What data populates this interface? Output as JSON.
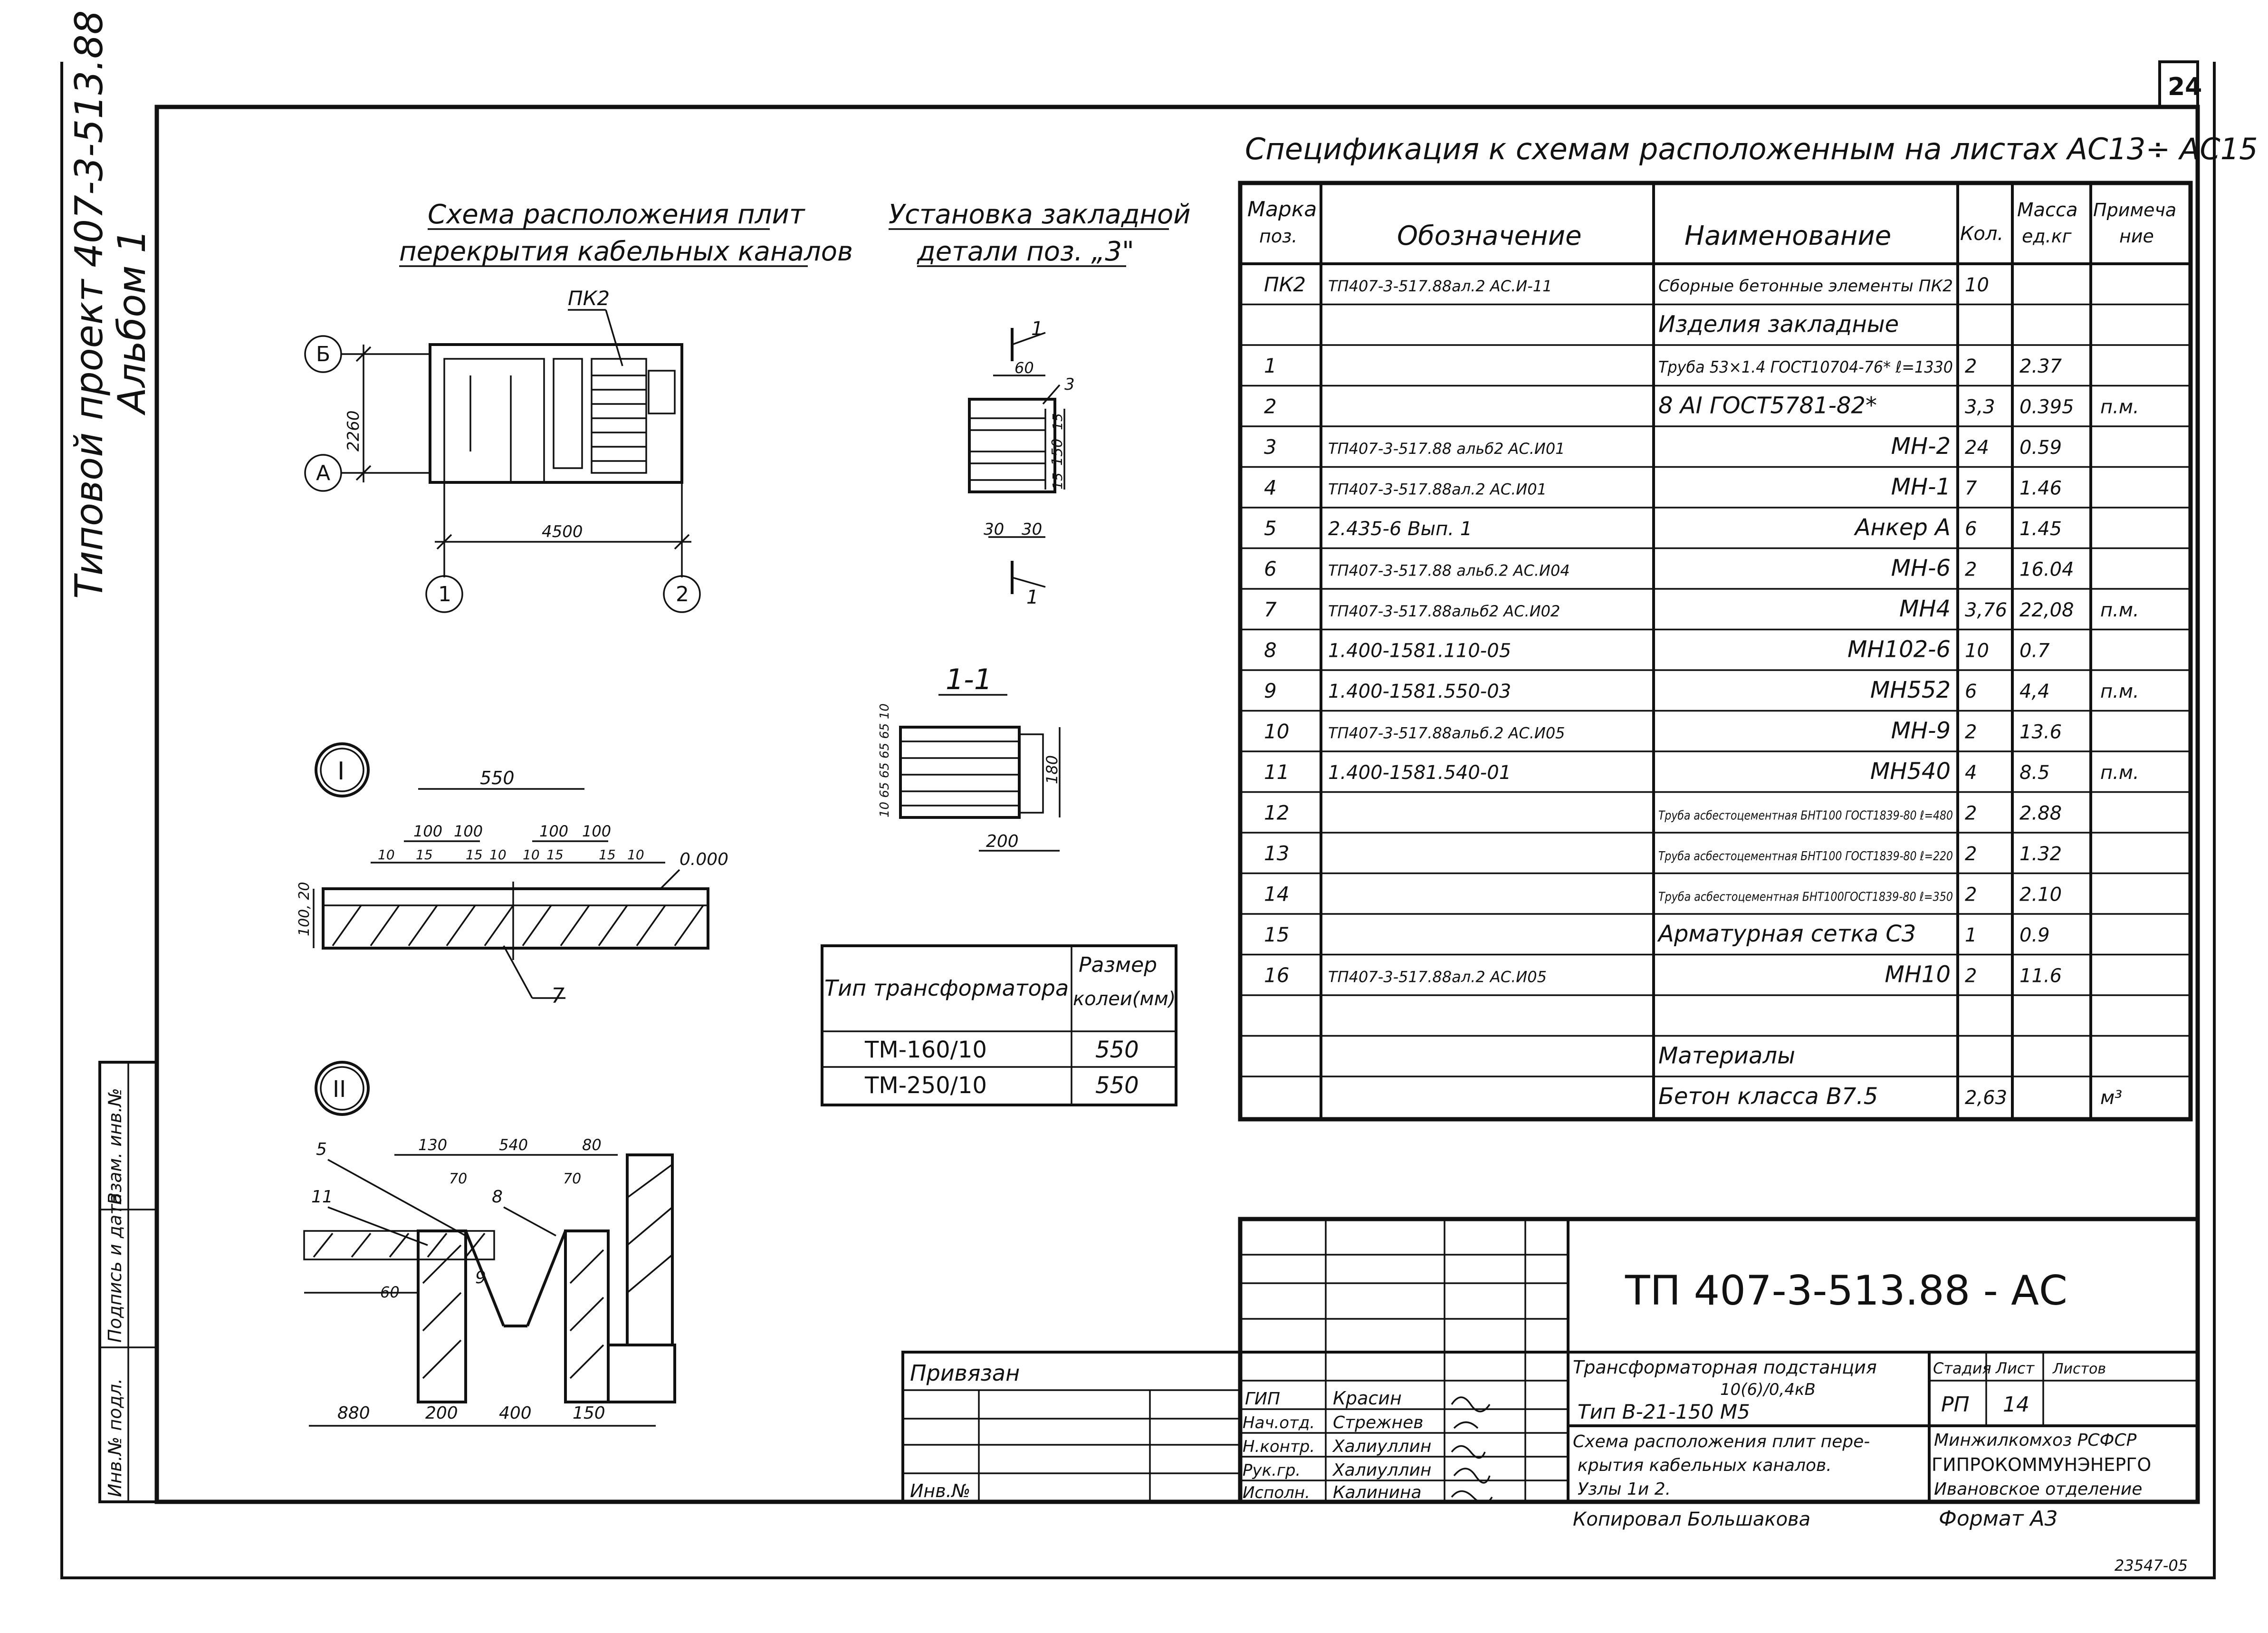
{
  "sheet_number": "24",
  "side_label": {
    "line1": "Типовой проект 407-3-513.88",
    "line2": "Альбом 1"
  },
  "left_stamp": [
    "Инв.№ подл.",
    "Подпись и дата",
    "Взам. инв.№"
  ],
  "scheme": {
    "title_line1": "Схема расположения плит",
    "title_line2": "перекрытия кабельных каналов",
    "pk_label": "ПК2",
    "axis_b": "Б",
    "axis_a": "А",
    "axis_1": "1",
    "axis_2": "2",
    "dim_height": "2260",
    "dim_width": "4500"
  },
  "embed": {
    "title_line1": "Установка закладной",
    "title_line2": "детали поз. „3\"",
    "mark_1": "1",
    "d60": "60",
    "d3": "3",
    "d15a": "15",
    "d150": "150",
    "d15b": "15",
    "d30a": "30",
    "d30b": "30",
    "section_title": "1-1",
    "d_stack": "10 65 65 65 65 10",
    "d180": "180",
    "d200": "200"
  },
  "node1": {
    "label": "I",
    "d550": "550",
    "d100a": "100",
    "d100b": "100",
    "d100c": "100",
    "d100d": "100",
    "d10a": "10",
    "d15a": "15",
    "d15b": "15",
    "d10b": "10",
    "d10c": "10",
    "d15c": "15",
    "d15d": "15",
    "d10d": "10",
    "elev": "0.000",
    "dim_left": "100, 20",
    "callout": "7"
  },
  "node2": {
    "label": "II",
    "d130": "130",
    "d540": "540",
    "d80": "80",
    "d70a": "70",
    "d70b": "70",
    "c5": "5",
    "c11": "11",
    "c8": "8",
    "c9": "9",
    "d60": "60",
    "b880": "880",
    "b200": "200",
    "b400": "400",
    "b150": "150"
  },
  "transformer_table": {
    "header_type": "Тип трансформатора",
    "header_size_1": "Размер",
    "header_size_2": "колеи(мм)",
    "rows": [
      {
        "type": "ТМ-160/10",
        "size": "550"
      },
      {
        "type": "ТМ-250/10",
        "size": "550"
      }
    ]
  },
  "spec": {
    "title": "Спецификация к схемам расположенным на листах АС13÷ АС15",
    "headers": {
      "mark_1": "Марка",
      "mark_2": "поз.",
      "designation": "Обозначение",
      "name": "Наименование",
      "qty": "Кол.",
      "mass_1": "Масса",
      "mass_2": "ед.кг",
      "note_1": "Примеча",
      "note_2": "ние"
    },
    "rows": [
      {
        "pos": "ПК2",
        "designation": "ТП407-3-517.88ал.2 АС.И-11",
        "name": "Сборные бетонные элементы ПК2",
        "qty": "10",
        "mass": "",
        "note": ""
      },
      {
        "pos": "",
        "designation": "",
        "name": "Изделия закладные",
        "qty": "",
        "mass": "",
        "note": ""
      },
      {
        "pos": "1",
        "designation": "",
        "name": "Труба 53×1.4 ГОСТ10704-76* ℓ=1330",
        "qty": "2",
        "mass": "2.37",
        "note": ""
      },
      {
        "pos": "2",
        "designation": "",
        "name": "8 АI ГОСТ5781-82*",
        "qty": "3,3",
        "mass": "0.395",
        "note": "п.м."
      },
      {
        "pos": "3",
        "designation": "ТП407-3-517.88 альб2 АС.И01",
        "name": "МН-2",
        "qty": "24",
        "mass": "0.59",
        "note": ""
      },
      {
        "pos": "4",
        "designation": "ТП407-3-517.88ал.2 АС.И01",
        "name": "МН-1",
        "qty": "7",
        "mass": "1.46",
        "note": ""
      },
      {
        "pos": "5",
        "designation": "2.435-6 Вып. 1",
        "name": "Анкер А",
        "qty": "6",
        "mass": "1.45",
        "note": ""
      },
      {
        "pos": "6",
        "designation": "ТП407-3-517.88 альб.2 АС.И04",
        "name": "МН-6",
        "qty": "2",
        "mass": "16.04",
        "note": ""
      },
      {
        "pos": "7",
        "designation": "ТП407-3-517.88альб2 АС.И02",
        "name": "МН4",
        "qty": "3,76",
        "mass": "22,08",
        "note": "п.м."
      },
      {
        "pos": "8",
        "designation": "1.400-1581.110-05",
        "name": "МН102-6",
        "qty": "10",
        "mass": "0.7",
        "note": ""
      },
      {
        "pos": "9",
        "designation": "1.400-1581.550-03",
        "name": "МН552",
        "qty": "6",
        "mass": "4,4",
        "note": "п.м."
      },
      {
        "pos": "10",
        "designation": "ТП407-3-517.88альб.2 АС.И05",
        "name": "МН-9",
        "qty": "2",
        "mass": "13.6",
        "note": ""
      },
      {
        "pos": "11",
        "designation": "1.400-1581.540-01",
        "name": "МН540",
        "qty": "4",
        "mass": "8.5",
        "note": "п.м."
      },
      {
        "pos": "12",
        "designation": "",
        "name": "Труба асбестоцементная БНТ100 ГОСТ1839-80 ℓ=480",
        "qty": "2",
        "mass": "2.88",
        "note": ""
      },
      {
        "pos": "13",
        "designation": "",
        "name": "Труба асбестоцементная БНТ100 ГОСТ1839-80 ℓ=220",
        "qty": "2",
        "mass": "1.32",
        "note": ""
      },
      {
        "pos": "14",
        "designation": "",
        "name": "Труба асбестоцементная БНТ100ГОСТ1839-80 ℓ=350",
        "qty": "2",
        "mass": "2.10",
        "note": ""
      },
      {
        "pos": "15",
        "designation": "",
        "name": "Арматурная сетка С3",
        "qty": "1",
        "mass": "0.9",
        "note": ""
      },
      {
        "pos": "16",
        "designation": "ТП407-3-517.88ал.2 АС.И05",
        "name": "МН10",
        "qty": "2",
        "mass": "11.6",
        "note": ""
      },
      {
        "pos": "",
        "designation": "",
        "name": "",
        "qty": "",
        "mass": "",
        "note": ""
      },
      {
        "pos": "",
        "designation": "",
        "name": "Материалы",
        "qty": "",
        "mass": "",
        "note": ""
      },
      {
        "pos": "",
        "designation": "",
        "name": "Бетон класса В7.5",
        "qty": "2,63",
        "mass": "",
        "note": "м³"
      }
    ]
  },
  "title_block": {
    "code": "ТП 407-3-513.88 - АС",
    "privyazan": "Привязан",
    "inv_no": "Инв.№",
    "roles": [
      {
        "role": "ГИП",
        "name": "Красин"
      },
      {
        "role": "Нач.отд.",
        "name": "Стрежнев"
      },
      {
        "role": "Н.контр.",
        "name": "Халиуллин"
      },
      {
        "role": "Рук.гр.",
        "name": "Халиуллин"
      },
      {
        "role": "Исполн.",
        "name": "Калинина"
      }
    ],
    "project_line1": "Трансформаторная подстанция",
    "project_line2": "10(6)/0,4кВ",
    "project_line3": "Тип В-21-150 М5",
    "sheet_line1": "Схема расположения плит пере-",
    "sheet_line2": "крытия кабельных каналов.",
    "sheet_line3": "Узлы 1и 2.",
    "stage_label": "Стадия",
    "sheet_label": "Лист",
    "sheets_label": "Листов",
    "stage": "РП",
    "sheet": "14",
    "org_line1": "Минжилкомхоз РСФСР",
    "org_line2": "ГИПРОКОММУНЭНЕРГО",
    "org_line3": "Ивановское отделение",
    "copied": "Копировал Большакова",
    "format": "Формат А3",
    "stamp_no": "23547-05"
  }
}
